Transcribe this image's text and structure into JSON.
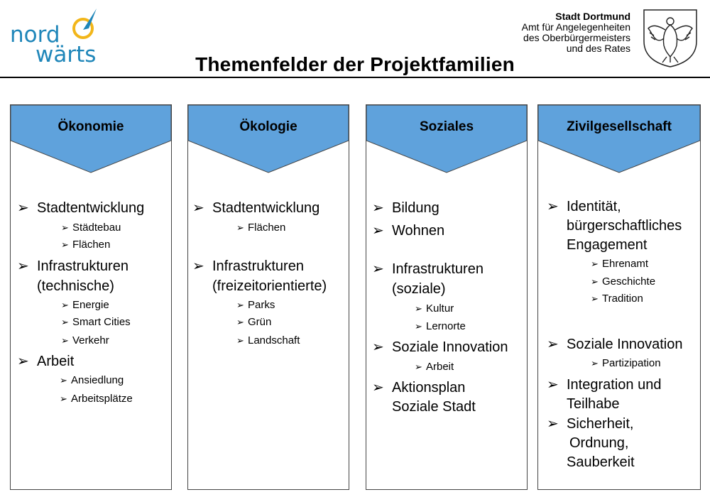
{
  "logo": {
    "line1": "nord",
    "line2": "wärts"
  },
  "header": {
    "org_name": "Stadt Dortmund",
    "org_line2": "Amt für Angelegenheiten",
    "org_line3": "des Oberbürgermeisters",
    "org_line4": "und des Rates"
  },
  "title": "Themenfelder der Projektfamilien",
  "columns": [
    {
      "header": "Ökonomie",
      "items": [
        {
          "text": "Stadtentwicklung",
          "subs": [
            "Städtebau",
            "Flächen"
          ]
        },
        {
          "text": "Infrastrukturen",
          "text2": "(technische)",
          "subs": [
            "Energie",
            "Smart Cities",
            "Verkehr"
          ]
        },
        {
          "text": "Arbeit",
          "subs": [
            "Ansiedlung",
            "Arbeitsplätze"
          ]
        }
      ]
    },
    {
      "header": "Ökologie",
      "items": [
        {
          "text": "Stadtentwicklung",
          "subs": [
            "Flächen"
          ]
        },
        {
          "text": "Infrastrukturen",
          "text2": "(freizeitorientierte)",
          "subs": [
            "Parks",
            "Grün",
            "Landschaft"
          ]
        }
      ]
    },
    {
      "header": "Soziales",
      "items": [
        {
          "text": "Bildung"
        },
        {
          "text": "Wohnen"
        },
        {
          "text": "Infrastrukturen",
          "text2": "(soziale)",
          "subs": [
            "Kultur",
            "Lernorte"
          ]
        },
        {
          "text": "Soziale Innovation",
          "subs": [
            "Arbeit"
          ]
        },
        {
          "text": "Aktionsplan",
          "text2": "Soziale Stadt"
        }
      ]
    },
    {
      "header": "Zivilgesellschaft",
      "items": [
        {
          "text": "Identität,",
          "text2": "bürgerschaftliches",
          "text3": "Engagement",
          "subs": [
            "Ehrenamt",
            "Geschichte",
            "Tradition"
          ]
        },
        {
          "text": "Soziale Innovation",
          "subs": [
            "Partizipation"
          ]
        },
        {
          "text": "Integration und",
          "text2": "Teilhabe"
        },
        {
          "text": "Sicherheit,",
          "text2": "Ordnung,",
          "text3": "Sauberkeit"
        }
      ]
    }
  ],
  "bullet_glyph": "➢",
  "colors": {
    "header_fill": "#5fa2dc",
    "logo_blue": "#1f86b9",
    "logo_yellow": "#f2b61a"
  }
}
